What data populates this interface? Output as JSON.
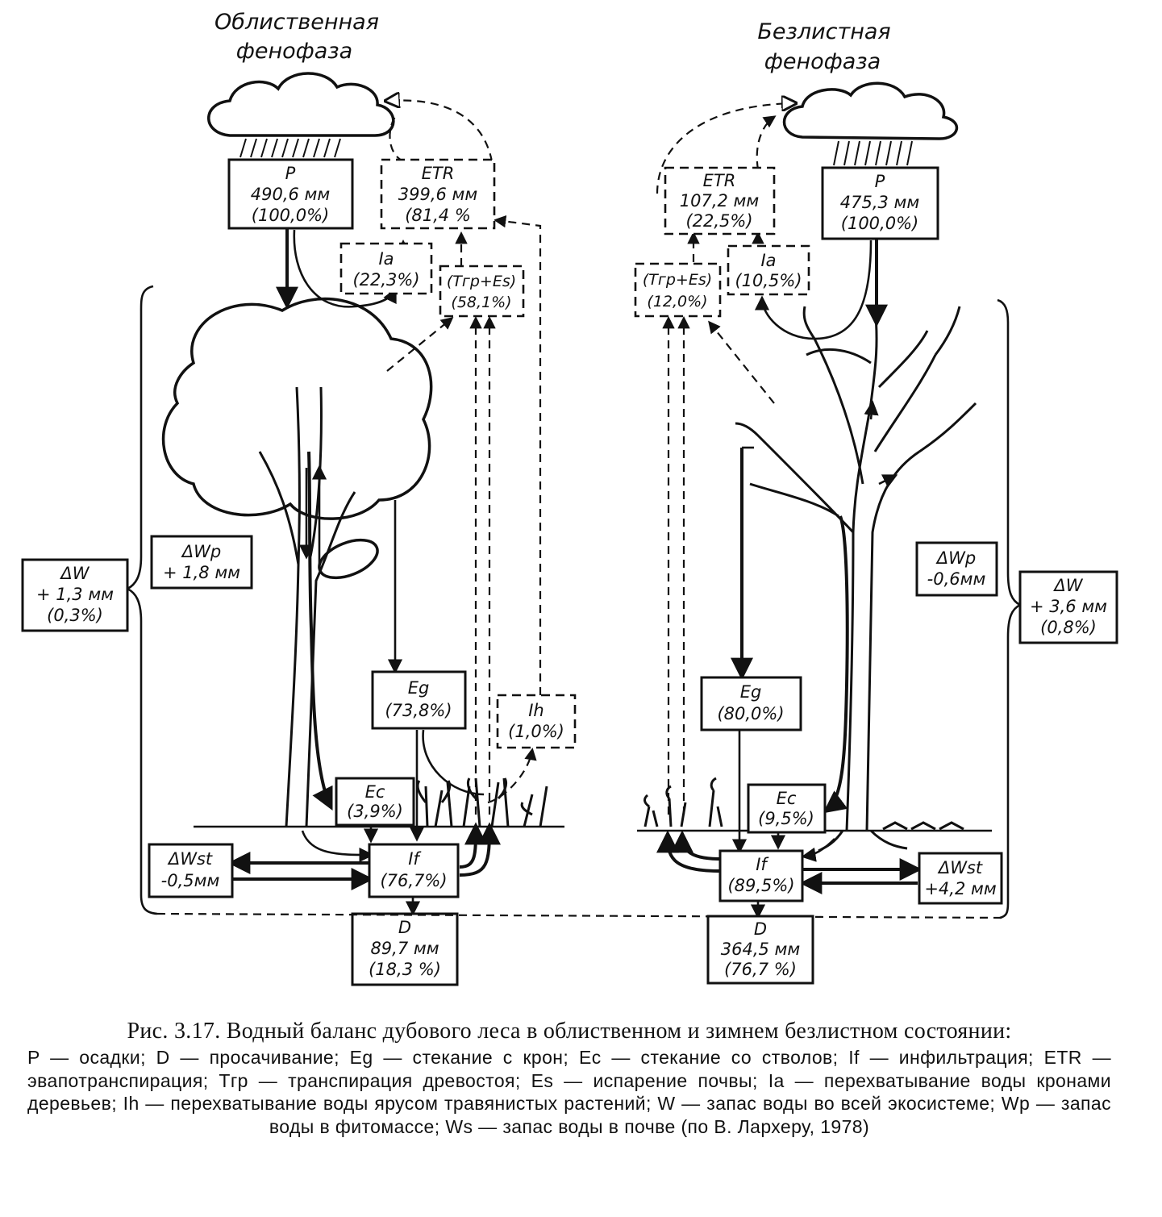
{
  "phases": {
    "leafy": {
      "title_line1": "Облиственная",
      "title_line2": "фенофаза",
      "P": {
        "label": "P",
        "value": "490,6 мм",
        "pct": "(100,0%)"
      },
      "ETR": {
        "label": "ETR",
        "value": "399,6 мм",
        "pct": "(81,4 %"
      },
      "Ia": {
        "label": "Ia",
        "pct": "(22,3%)"
      },
      "TrEs": {
        "label": "(Tгр+Es)",
        "pct": "(58,1%)"
      },
      "dWp": {
        "label": "ΔWp",
        "value": "+ 1,8 мм"
      },
      "dW": {
        "label": "ΔW",
        "value": "+ 1,3 мм",
        "pct": "(0,3%)"
      },
      "Eg": {
        "label": "Eg",
        "pct": "(73,8%)"
      },
      "Ih": {
        "label": "Ih",
        "pct": "(1,0%)"
      },
      "Ec": {
        "label": "Ec",
        "pct": "(3,9%)"
      },
      "If": {
        "label": "If",
        "pct": "(76,7%)"
      },
      "dWst": {
        "label": "ΔWst",
        "value": "-0,5мм"
      },
      "D": {
        "label": "D",
        "value": "89,7 мм",
        "pct": "(18,3 %)"
      }
    },
    "leafless": {
      "title_line1": "Безлистная",
      "title_line2": "фенофаза",
      "P": {
        "label": "P",
        "value": "475,3 мм",
        "pct": "(100,0%)"
      },
      "ETR": {
        "label": "ETR",
        "value": "107,2 мм",
        "pct": "(22,5%)"
      },
      "Ia": {
        "label": "Ia",
        "pct": "(10,5%)"
      },
      "TrEs": {
        "label": "(Tгр+Es)",
        "pct": "(12,0%)"
      },
      "dWp": {
        "label": "ΔWp",
        "value": "-0,6мм"
      },
      "dW": {
        "label": "ΔW",
        "value": "+ 3,6 мм",
        "pct": "(0,8%)"
      },
      "Eg": {
        "label": "Eg",
        "pct": "(80,0%)"
      },
      "Ec": {
        "label": "Ec",
        "pct": "(9,5%)"
      },
      "If": {
        "label": "If",
        "pct": "(89,5%)"
      },
      "dWst": {
        "label": "ΔWst",
        "value": "+4,2 мм"
      },
      "D": {
        "label": "D",
        "value": "364,5 мм",
        "pct": "(76,7 %)"
      }
    }
  },
  "caption": {
    "title": "Рис. 3.17. Водный баланс дубового леса в облиственном и зимнем безлистном состоянии:",
    "text": "P — осадки; D — просачивание; Eg — стекание с крон; Ec — стекание со стволов; If — инфильтрация; ETR — эвапотранспирация; Tгр — транспирация древостоя; Es — испарение почвы; Ia — перехватывание воды кронами деревьев; Ih — перехватывание воды ярусом травянистых растений; W — запас воды во всей экосистеме; Wp — запас воды в фитомассе; Ws — запас воды в почве (по В. Лархеру, 1978)"
  }
}
